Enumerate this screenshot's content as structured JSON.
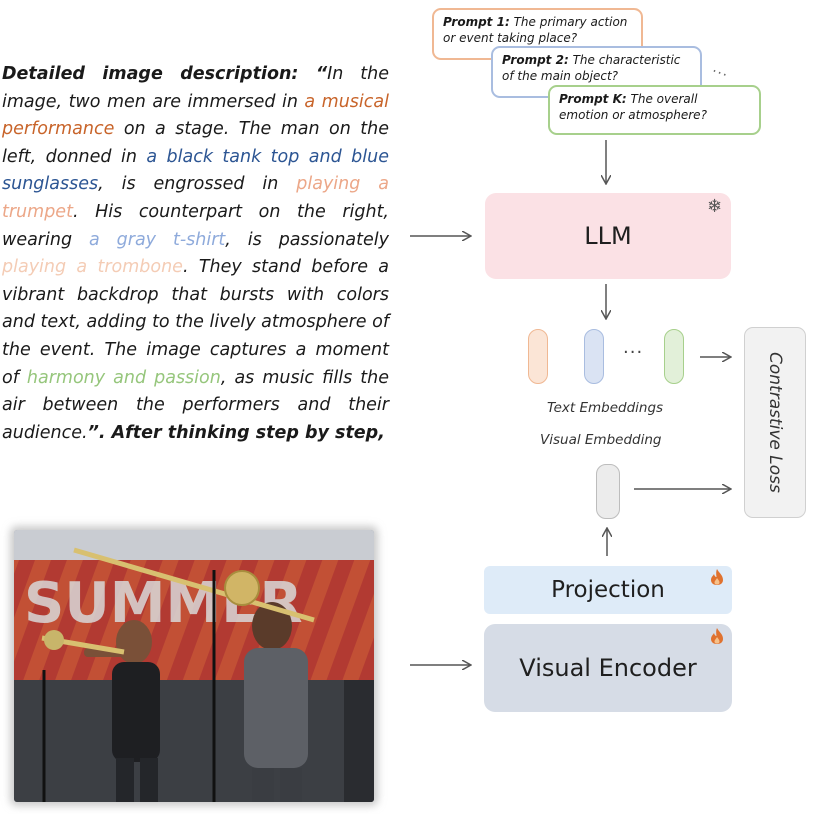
{
  "description": {
    "lead": "Detailed image description: “",
    "parts": [
      {
        "text": "In the image, two men are immersed in ",
        "color": ""
      },
      {
        "text": "a musical performance",
        "color": "#c8642a"
      },
      {
        "text": " on a stage. The man on the left, donned in ",
        "color": ""
      },
      {
        "text": "a black tank top and blue sunglasses",
        "color": "#2c5593"
      },
      {
        "text": ", is engrossed in ",
        "color": ""
      },
      {
        "text": "playing a trumpet",
        "color": "#eca788"
      },
      {
        "text": ". His counterpart on the right, wearing ",
        "color": ""
      },
      {
        "text": "a gray t-shirt",
        "color": "#8eaadb"
      },
      {
        "text": ", is passionately ",
        "color": ""
      },
      {
        "text": "playing a trombone",
        "color": "#f4ccb5"
      },
      {
        "text": ". They stand before a vibrant backdrop that bursts with colors and text, adding to the lively atmosphere of the event. The image captures a moment of ",
        "color": ""
      },
      {
        "text": "harmony and passion",
        "color": "#96c67c"
      },
      {
        "text": ", as music fills the air between the performers and their audience.",
        "color": ""
      }
    ],
    "tail": "”. After thinking step by step,"
  },
  "prompts": [
    {
      "label": "Prompt 1:",
      "text": " The primary action or event taking place?",
      "color": "#f0b893"
    },
    {
      "label": "Prompt 2:",
      "text": " The characteristic of the main object?",
      "color": "#a9bde0"
    },
    {
      "label": "Prompt K:",
      "text": " The overall emotion or atmosphere?",
      "color": "#a7d08c"
    }
  ],
  "prompt_more": "...",
  "blocks": {
    "llm": "LLM",
    "projection": "Projection",
    "visual_encoder": "Visual Encoder",
    "contrastive_loss": "Contrastive Loss"
  },
  "labels": {
    "text_embeddings": "Text Embeddings",
    "visual_embedding": "Visual Embedding",
    "ellipsis": "···"
  },
  "icons": {
    "frozen": "snowflake-icon",
    "trainable": "fire-icon"
  },
  "photo": {
    "banner_text": "SUMMER"
  }
}
